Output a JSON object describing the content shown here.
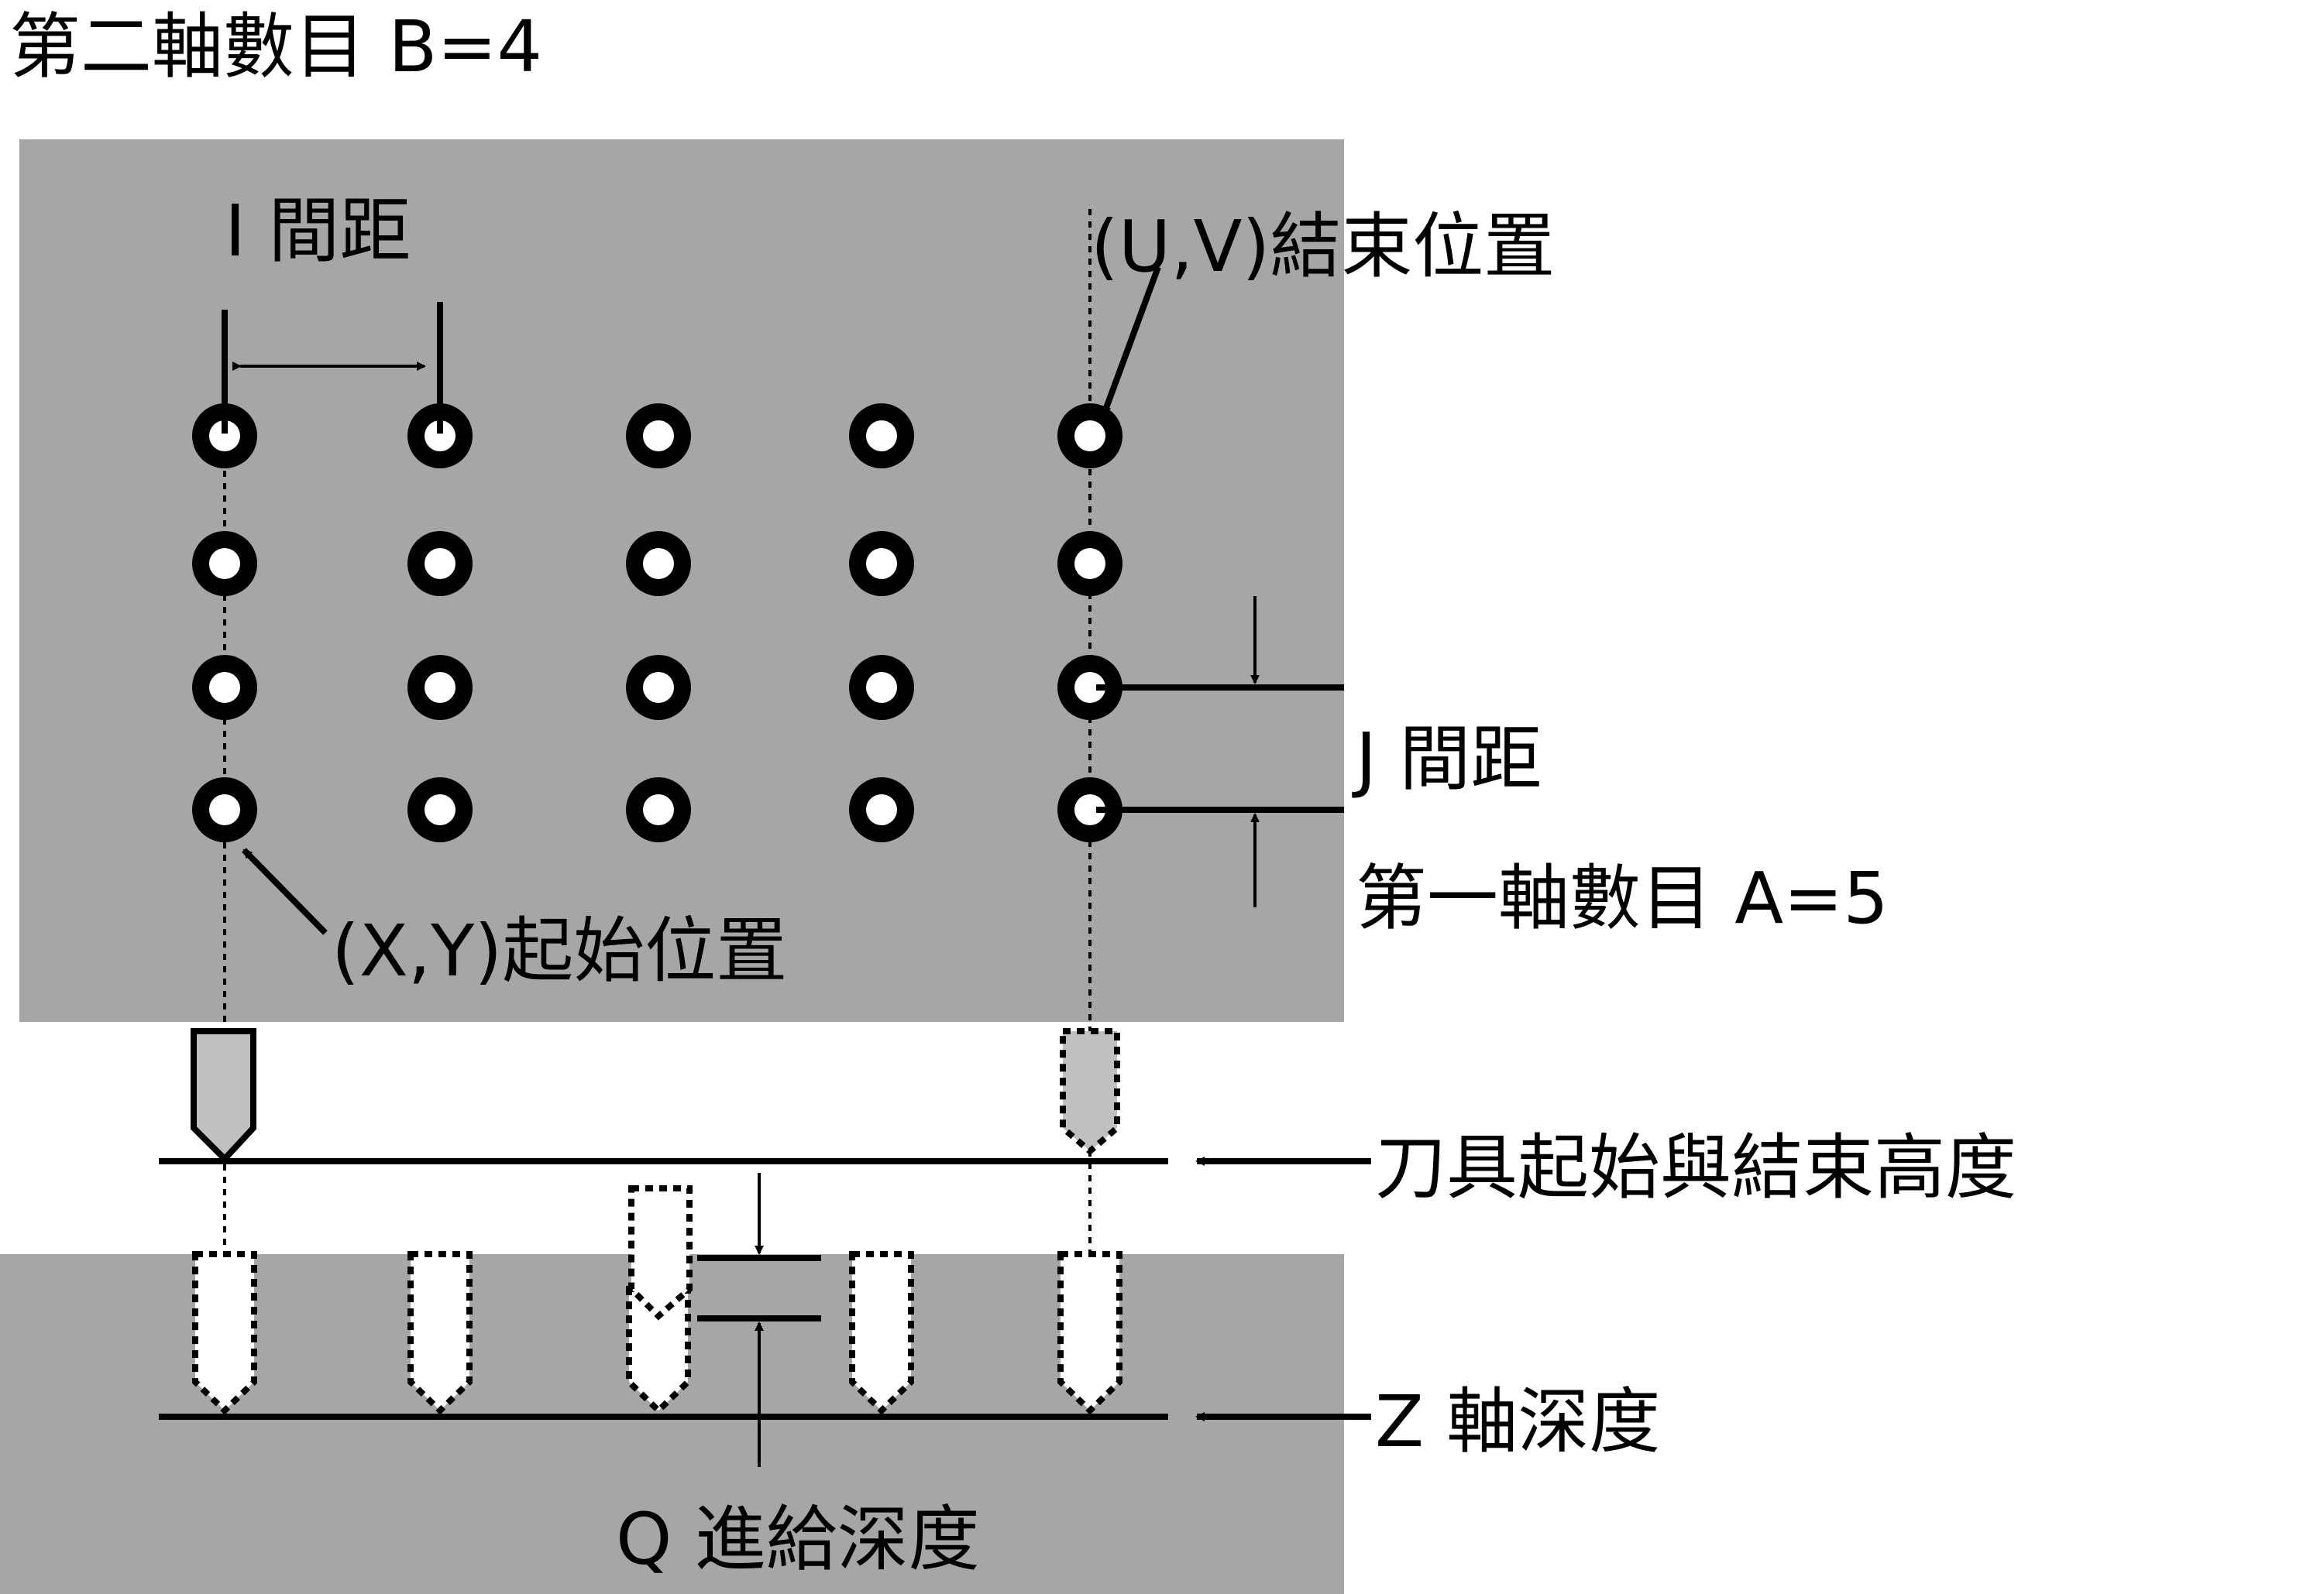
{
  "labels": {
    "second_axis_count": "第二軸數目  B=4",
    "i_spacing": "I 間距",
    "end_position": "(U,V)結束位置",
    "j_spacing": "J 間距",
    "first_axis_count": "第一軸數目  A=5",
    "start_position": "(X,Y)起始位置",
    "tool_start_end_height": "刀具起始與結束高度",
    "z_depth": "Z 軸深度",
    "q_feed_depth": "Q 進給深度"
  },
  "grid": {
    "columns": 5,
    "rows": 4
  },
  "colors": {
    "background": "#ffffff",
    "panel": "#a6a6a6",
    "ink": "#000000",
    "tool_fill": "#c0c0c0",
    "hole": "#ffffff"
  }
}
